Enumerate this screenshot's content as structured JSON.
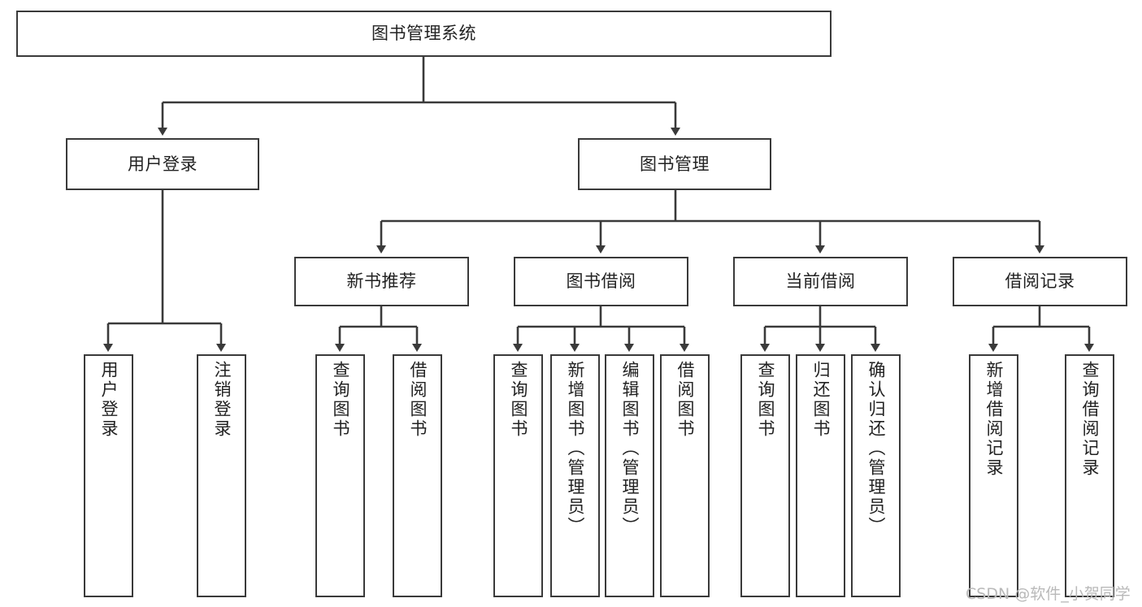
{
  "diagram": {
    "title": "图书管理系统",
    "type": "tree-hierarchy-chart",
    "style": {
      "box_border_color": "#3a3a3a",
      "box_fill_color": "#ffffff",
      "line_color": "#3a3a3a",
      "text_color": "#222222",
      "background_color": "#ffffff"
    },
    "nodes": {
      "root": {
        "label": "图书管理系统"
      },
      "level2": [
        {
          "id": "user-login",
          "label": "用户登录"
        },
        {
          "id": "book-manage",
          "label": "图书管理"
        }
      ],
      "level3": [
        {
          "id": "new-book-recommend",
          "label": "新书推荐"
        },
        {
          "id": "book-borrow",
          "label": "图书借阅"
        },
        {
          "id": "current-borrow",
          "label": "当前借阅"
        },
        {
          "id": "borrow-record",
          "label": "借阅记录"
        }
      ],
      "leaves": [
        {
          "id": "leaf-user-login",
          "label": "用户登录"
        },
        {
          "id": "leaf-logout-login",
          "label": "注销登录"
        },
        {
          "id": "leaf-query-book-1",
          "label": "查询图书"
        },
        {
          "id": "leaf-borrow-book-1",
          "label": "借阅图书"
        },
        {
          "id": "leaf-query-book-2",
          "label": "查询图书"
        },
        {
          "id": "leaf-add-book-admin",
          "label": "新增图书（管理员）"
        },
        {
          "id": "leaf-edit-book-admin",
          "label": "编辑图书（管理员）"
        },
        {
          "id": "leaf-borrow-book-2",
          "label": "借阅图书"
        },
        {
          "id": "leaf-query-book-3",
          "label": "查询图书"
        },
        {
          "id": "leaf-return-book",
          "label": "归还图书"
        },
        {
          "id": "leaf-confirm-return-admin",
          "label": "确认归还（管理员）"
        },
        {
          "id": "leaf-add-borrow-record",
          "label": "新增借阅记录"
        },
        {
          "id": "leaf-query-borrow-record",
          "label": "查询借阅记录"
        }
      ]
    }
  },
  "watermark": {
    "text": "CSDN @软件_小贺同学"
  }
}
